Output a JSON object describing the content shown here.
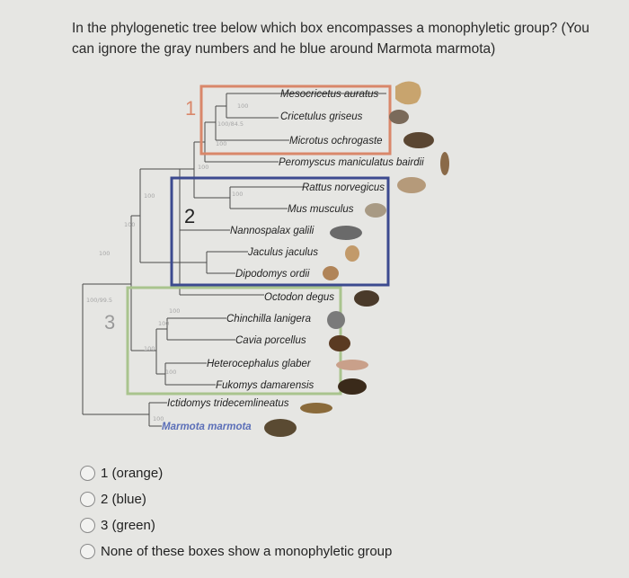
{
  "question": "In the phylogenetic tree below which box encompasses a monophyletic group? (You can ignore the gray numbers and he blue around Marmota marmota)",
  "tree": {
    "box_labels": [
      "1",
      "2",
      "3"
    ],
    "species": [
      "Mesocricetus auratus",
      "Cricetulus griseus",
      "Microtus ochrogaste",
      "Peromyscus maniculatus bairdii",
      "Rattus norvegicus",
      "Mus musculus",
      "Nannospalax galili",
      "Jaculus jaculus",
      "Dipodomys ordii",
      "Octodon degus",
      "Chinchilla lanigera",
      "Cavia porcellus",
      "Heterocephalus glaber",
      "Fukomys damarensis",
      "Ictidomys tridecemlineatus",
      "Marmota marmota"
    ],
    "support_values": [
      "100",
      "100/84.5",
      "100",
      "100",
      "100",
      "100",
      "100",
      "100",
      "100/99.5",
      "100",
      "100",
      "100",
      "100",
      "100"
    ],
    "colors": {
      "orange": "#d9876a",
      "blue": "#3c4a8f",
      "green": "#a9c48e",
      "marmota": "#5b6fb8",
      "branch": "#4a4a4a"
    }
  },
  "options": [
    {
      "label": "1 (orange)"
    },
    {
      "label": "2 (blue)"
    },
    {
      "label": "3 (green)"
    },
    {
      "label": "None of these boxes show a monophyletic group"
    }
  ]
}
